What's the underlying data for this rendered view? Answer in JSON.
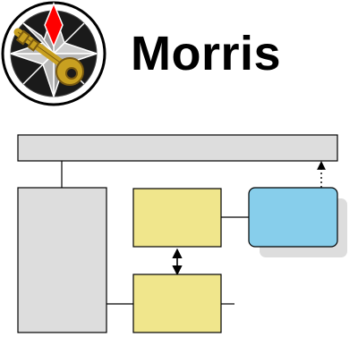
{
  "header": {
    "title": "Morris",
    "logo_icon": "compass-key-logo"
  },
  "diagram": {
    "nodes": [
      {
        "id": "top-bar",
        "shape": "rectangle",
        "fill": "#dddddd"
      },
      {
        "id": "left-column",
        "shape": "rectangle",
        "fill": "#dddddd"
      },
      {
        "id": "upper-yellow-box",
        "shape": "rectangle",
        "fill": "#f0e68c"
      },
      {
        "id": "lower-yellow-box",
        "shape": "rectangle",
        "fill": "#f0e68c"
      },
      {
        "id": "blue-rounded-box",
        "shape": "rounded-rectangle",
        "fill": "#87ceeb",
        "shadow": "#dddddd"
      }
    ],
    "edges": [
      {
        "from": "top-bar",
        "to": "left-column",
        "style": "solid"
      },
      {
        "from": "upper-yellow-box",
        "to": "blue-rounded-box",
        "style": "solid"
      },
      {
        "from": "left-column",
        "to": "lower-yellow-box",
        "style": "solid"
      },
      {
        "from": "upper-yellow-box",
        "to": "lower-yellow-box",
        "style": "solid",
        "arrows": "both"
      },
      {
        "from": "blue-rounded-box",
        "to": "top-bar",
        "style": "dotted",
        "arrows": "end"
      }
    ],
    "colors": {
      "panel_gray": "#dddddd",
      "yellow": "#f0e68c",
      "blue": "#87ceeb",
      "stroke": "#000000",
      "compass_red": "#ff0000",
      "compass_gray": "#b3b3b3",
      "key_gold": "#c8a020"
    }
  }
}
